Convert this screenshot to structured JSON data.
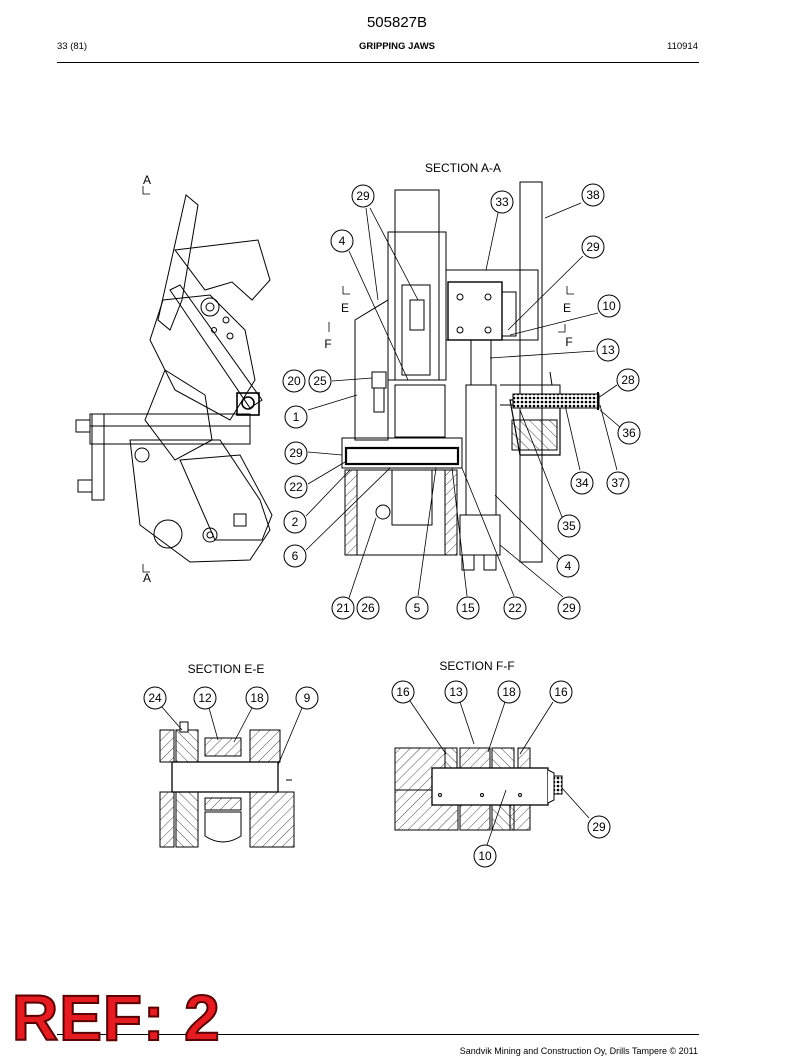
{
  "header": {
    "doc_number": "505827B",
    "page": "33 (81)",
    "title": "GRIPPING JAWS",
    "date_code": "110914"
  },
  "sections": {
    "aa": "SECTION  A-A",
    "ee": "SECTION  E-E",
    "ff": "SECTION  F-F"
  },
  "markers": {
    "a_top": "A",
    "a_bottom": "A",
    "e_left": "E",
    "e_right": "E",
    "f_left": "F",
    "f_right": "F"
  },
  "callouts": {
    "c29a": "29",
    "c33": "33",
    "c38": "38",
    "c4a": "4",
    "c29b": "29",
    "c10a": "10",
    "c13a": "13",
    "c20": "20",
    "c25": "25",
    "c28": "28",
    "c1": "1",
    "c36": "36",
    "c29c": "29",
    "c22a": "22",
    "c34": "34",
    "c37": "37",
    "c2": "2",
    "c35": "35",
    "c6": "6",
    "c4b": "4",
    "c21": "21",
    "c26": "26",
    "c5": "5",
    "c15": "15",
    "c22b": "22",
    "c29d": "29",
    "e24": "24",
    "e12": "12",
    "e18": "18",
    "e9": "9",
    "f16a": "16",
    "f13": "13",
    "f18": "18",
    "f16b": "16",
    "f29": "29",
    "f10": "10"
  },
  "footer": {
    "stamp": "REF: 2",
    "copyright": "Sandvik Mining and Construction Oy, Drills Tampere © 2011"
  }
}
